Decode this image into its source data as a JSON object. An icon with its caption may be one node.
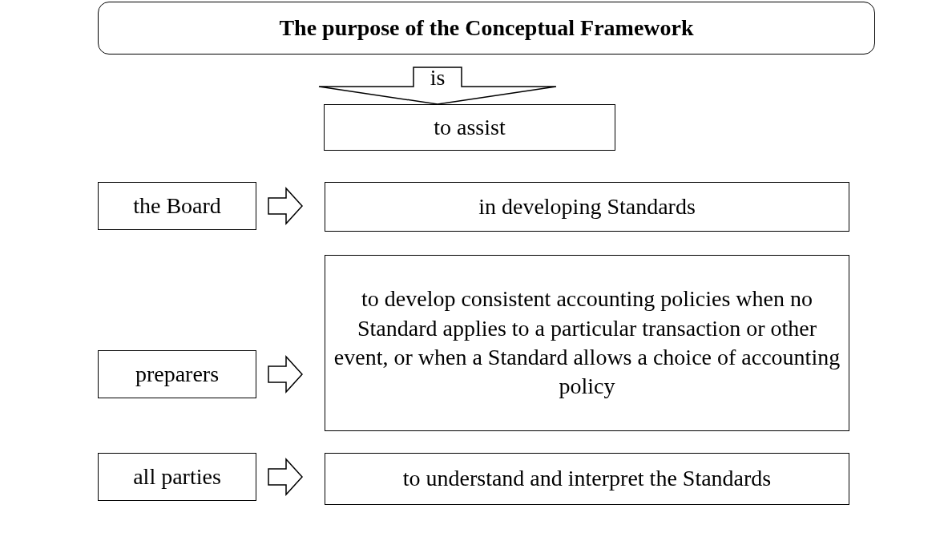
{
  "diagram": {
    "nodes": [
      {
        "text": [
          "The purpose of the Conceptual Framework"
        ]
      },
      {
        "text": [
          "to assist"
        ]
      },
      {
        "text": [
          "the Board"
        ]
      },
      {
        "text": [
          "in developing Standards"
        ]
      },
      {
        "text": [
          "preparers"
        ]
      },
      {
        "text": [
          "to develop consistent accounting policies when no Standard applies to a particular transaction or other event, or when a Standard allows a choice of accounting policy"
        ]
      },
      {
        "text": [
          "all parties"
        ]
      },
      {
        "text": [
          "to understand and interpret the Standards"
        ]
      }
    ],
    "edges": [
      {
        "from": 0,
        "to": 1,
        "arrow": "to",
        "label": "is"
      },
      {
        "from": 2,
        "to": 3,
        "arrow": "to"
      },
      {
        "from": 4,
        "to": 5,
        "arrow": "to"
      },
      {
        "from": 6,
        "to": 7,
        "arrow": "to"
      }
    ]
  }
}
